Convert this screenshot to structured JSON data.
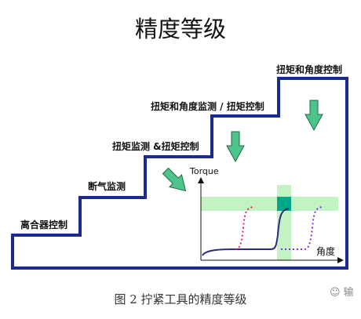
{
  "title": "精度等级",
  "steps": [
    {
      "label": "离合器控制"
    },
    {
      "label": "断气监测"
    },
    {
      "label": "扭矩监测 &扭矩控制"
    },
    {
      "label": "扭矩和角度监测 / 扭矩控制"
    },
    {
      "label": "扭矩和角度控制"
    }
  ],
  "inset": {
    "y_axis_label": "Torque",
    "x_axis_label": "角度"
  },
  "caption": "图 2  拧紧工具的精度等级",
  "watermark": "☺ 输",
  "colors": {
    "staircase": "#1b2a8f",
    "arrow_fill": "#4cc48a",
    "arrow_stroke": "#1d6b45",
    "band": "#b8f0b8",
    "band_overlap": "#00a88a",
    "curve_main": "#2c2a7a",
    "curve_red": "#e0206a",
    "curve_purple": "#8a2be2"
  }
}
